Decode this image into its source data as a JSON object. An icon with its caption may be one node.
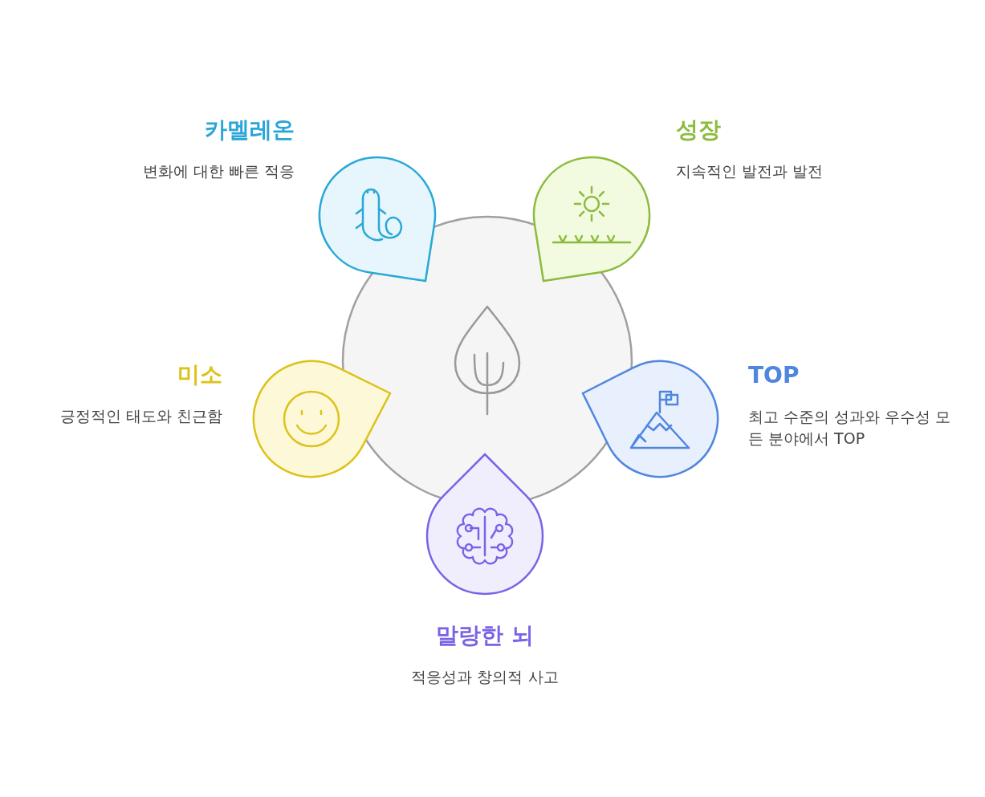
{
  "diagram": {
    "nodes": [
      {
        "text": [],
        "shape": "circle"
      },
      {
        "text": [
          "카멜레온",
          "변화에 대한 빠른 적응"
        ]
      },
      {
        "text": [
          "성장",
          "지속적인 발전과 발전"
        ]
      },
      {
        "text": [
          "미소",
          "긍정적인 태도와 친근함"
        ]
      },
      {
        "text": [
          "TOP",
          "최고 수준의 성과와 우수성 모든 분야에서 TOP"
        ]
      },
      {
        "text": [
          "말랑한 뇌",
          "적응성과 창의적 사고"
        ]
      }
    ],
    "edges": []
  }
}
